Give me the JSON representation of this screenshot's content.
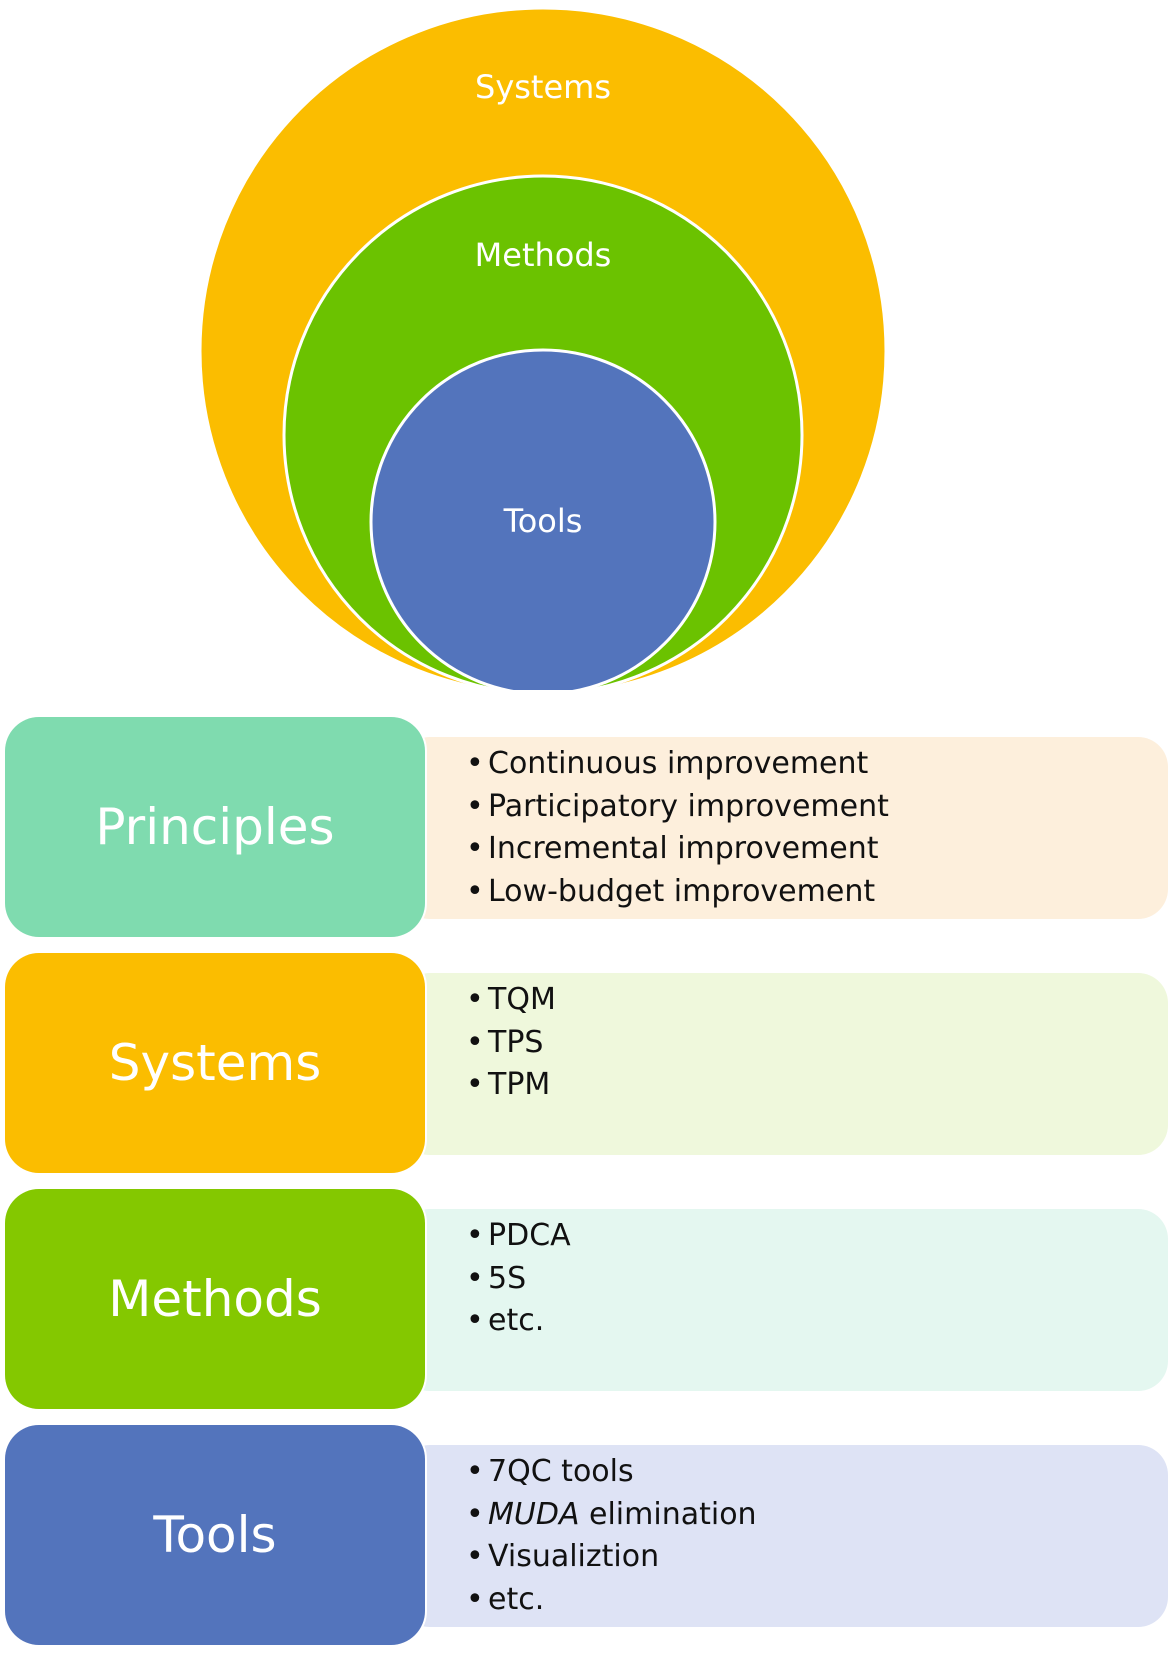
{
  "colors": {
    "systems": "#FBBD00",
    "methods": "#6BC200",
    "tools": "#5374BC",
    "principles": "#7FDBAF",
    "methods_tag": "#84C800",
    "principles_panel": "#FDEFDC",
    "systems_panel": "#EFF8DC",
    "methods_panel": "#E4F7F0",
    "tools_panel": "#DEE3F5"
  },
  "circles": {
    "systems": "Systems",
    "methods": "Methods",
    "tools": "Tools"
  },
  "rows": [
    {
      "label": "Principles",
      "items": [
        "Continuous improvement",
        "Participatory improvement",
        "Incremental improvement",
        "Low-budget improvement"
      ]
    },
    {
      "label": "Systems",
      "items": [
        "TQM",
        "TPS",
        "TPM"
      ]
    },
    {
      "label": "Methods",
      "items": [
        "PDCA",
        "5S",
        "etc."
      ]
    },
    {
      "label": "Tools",
      "items": [
        "7QC tools",
        "elimination",
        "Visualiztion",
        "etc."
      ],
      "italic_prefix": "MUDA"
    }
  ]
}
